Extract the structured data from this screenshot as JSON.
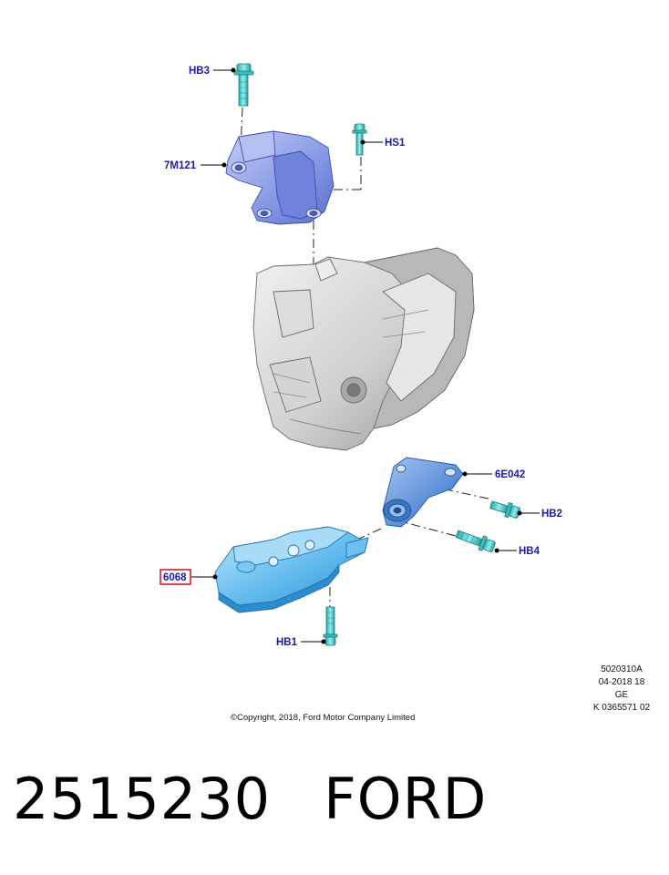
{
  "callouts": {
    "hb3": "HB3",
    "hs1": "HS1",
    "mount_upper": "7M121",
    "bracket": "6E042",
    "hb2": "HB2",
    "hb4": "HB4",
    "mount_lower": "6068",
    "hb1": "HB1"
  },
  "meta": {
    "line1": "5020310A",
    "line2": "04-2018 18",
    "line3": "GE",
    "line4": "K 0365571 02"
  },
  "copyright": "©Copyright, 2018, Ford Motor Company Limited",
  "footer": {
    "part_number": "2515230",
    "brand": "FORD"
  },
  "colors": {
    "callout_text": "#1a1aa8",
    "highlight_box": "#d0202a",
    "bolt": "#4ec9c9",
    "upper_mount": "#8a9ae8",
    "lower_mount": "#5ab8ec",
    "bracket": "#5a90d8",
    "transmission": "#c8c8c8"
  }
}
